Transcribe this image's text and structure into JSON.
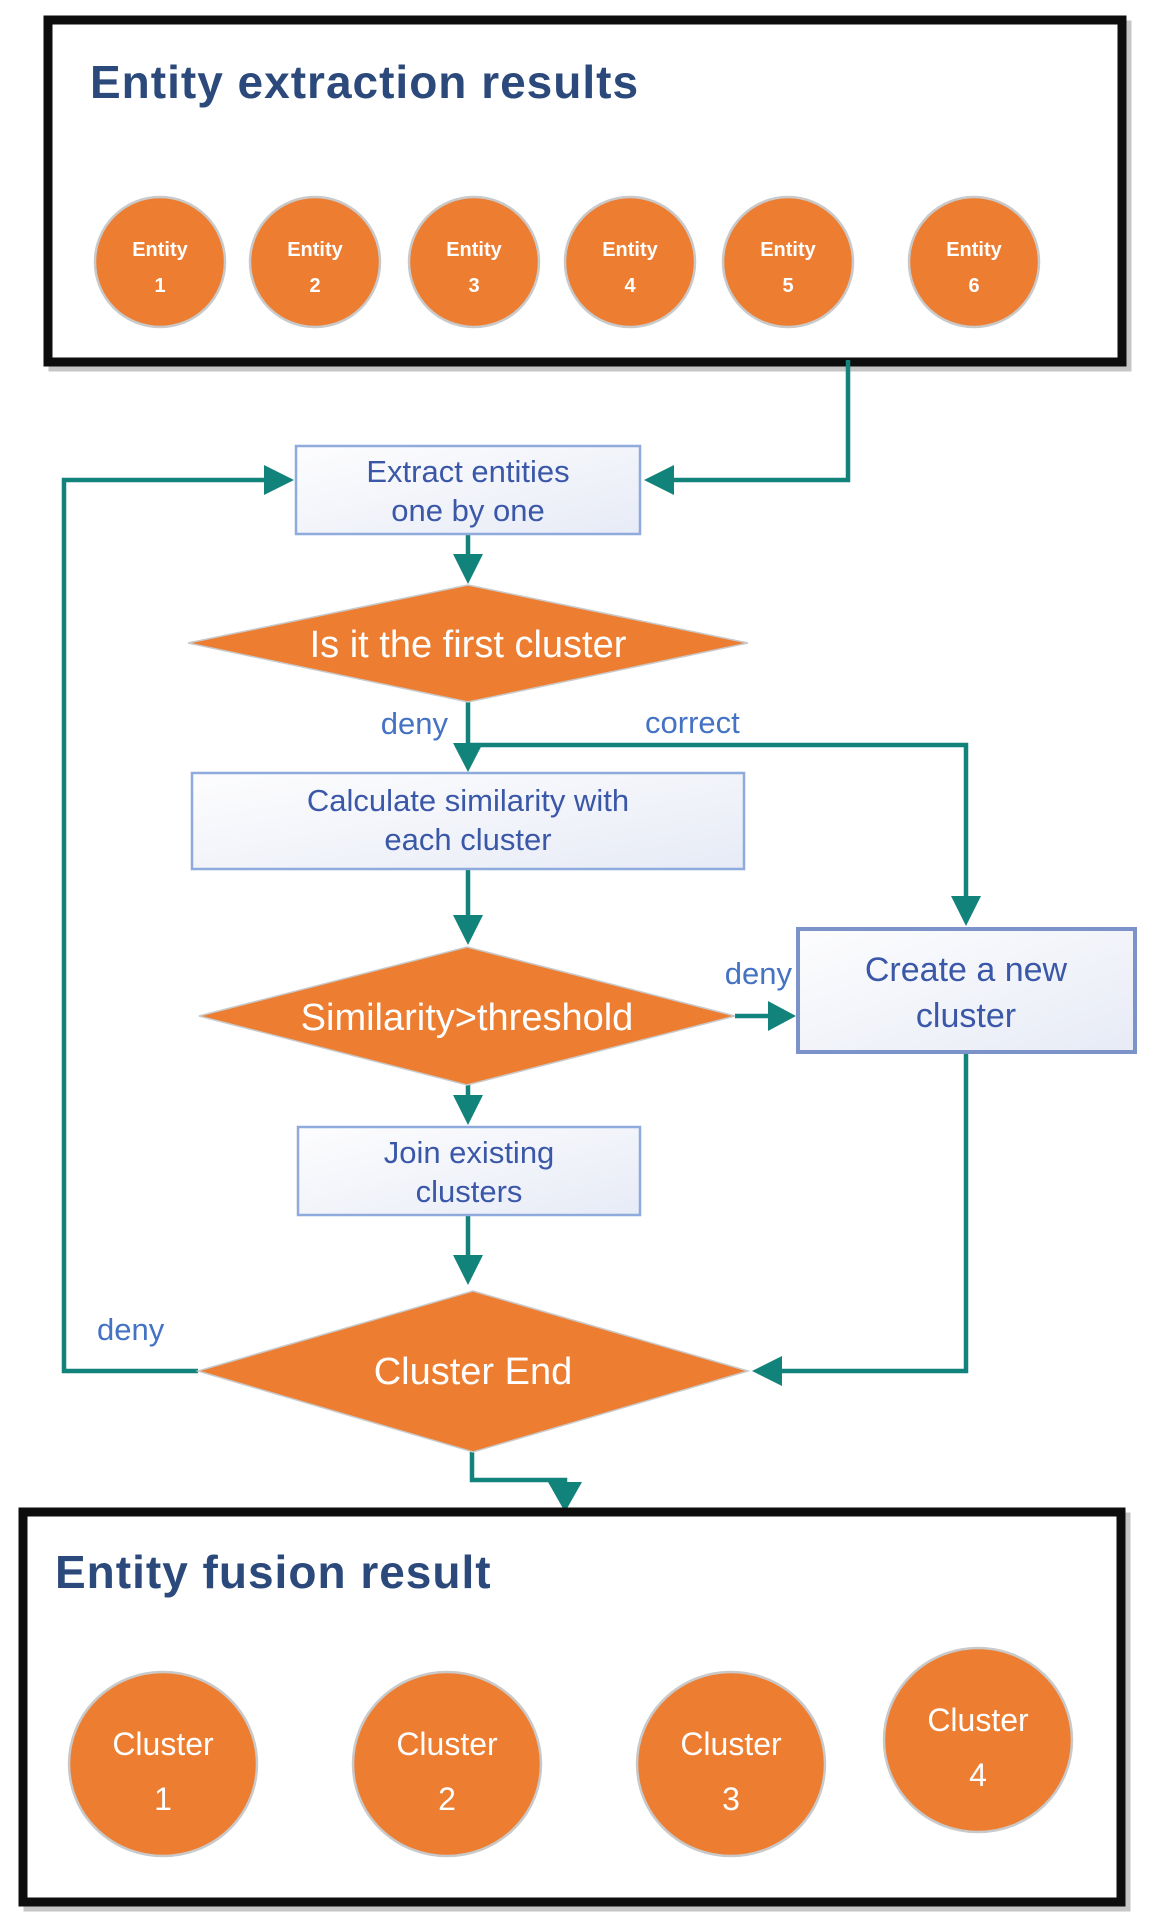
{
  "colors": {
    "orange": "#ED7D31",
    "shape_outline_gray": "#C9C9C9",
    "teal": "#12837B",
    "navy": "#2C497B",
    "box_text_blue": "#3A57A8",
    "edge_label_blue": "#4472C4",
    "box_border_blue": "#8FAADC",
    "create_border_blue": "#7C93C9",
    "frame_black": "#0A0A0A",
    "white": "#FFFFFF"
  },
  "top_panel": {
    "title": "Entity extraction results",
    "entities": [
      {
        "label": "Entity",
        "num": "1"
      },
      {
        "label": "Entity",
        "num": "2"
      },
      {
        "label": "Entity",
        "num": "3"
      },
      {
        "label": "Entity",
        "num": "4"
      },
      {
        "label": "Entity",
        "num": "5"
      },
      {
        "label": "Entity",
        "num": "6"
      }
    ]
  },
  "flow": {
    "extract": {
      "line1": "Extract entities",
      "line2": "one by one"
    },
    "first_cluster_decision": {
      "label": "Is it the first cluster"
    },
    "calculate": {
      "line1": "Calculate similarity with",
      "line2": "each cluster"
    },
    "similarity_decision": {
      "label": "Similarity>threshold"
    },
    "create": {
      "line1": "Create a new",
      "line2": "cluster"
    },
    "join": {
      "line1": "Join existing",
      "line2": "clusters"
    },
    "cluster_end_decision": {
      "label": "Cluster End"
    },
    "edge_labels": {
      "deny1": "deny",
      "correct": "correct",
      "deny2": "deny",
      "deny3": "deny"
    }
  },
  "bottom_panel": {
    "title": "Entity fusion result",
    "clusters": [
      {
        "label": "Cluster",
        "num": "1"
      },
      {
        "label": "Cluster",
        "num": "2"
      },
      {
        "label": "Cluster",
        "num": "3"
      },
      {
        "label": "Cluster",
        "num": "4"
      }
    ]
  }
}
